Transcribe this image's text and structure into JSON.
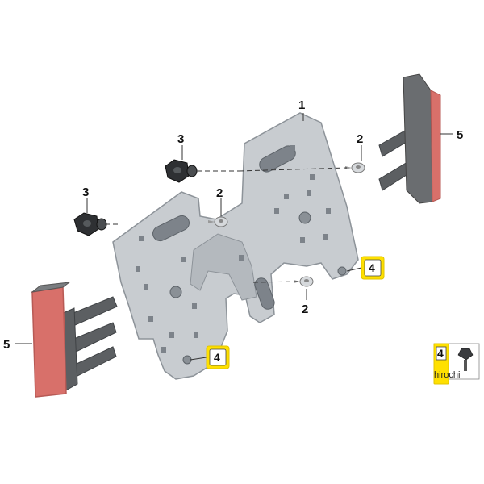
{
  "labels": {
    "part1": "1",
    "part2a": "2",
    "part2b": "2",
    "part2c": "2",
    "part3a": "3",
    "part3b": "3",
    "part4a": "4",
    "part4b": "4",
    "part4legend": "4",
    "part5a": "5",
    "part5b": "5"
  },
  "watermark": "hirochi",
  "colors": {
    "plate": "#c8ccd0",
    "plate_dark": "#9aa0a6",
    "reflector": "#d8706a",
    "reflector_edge": "#b85a55",
    "bracket": "#5c5f62",
    "highlight": "#ffe000"
  }
}
